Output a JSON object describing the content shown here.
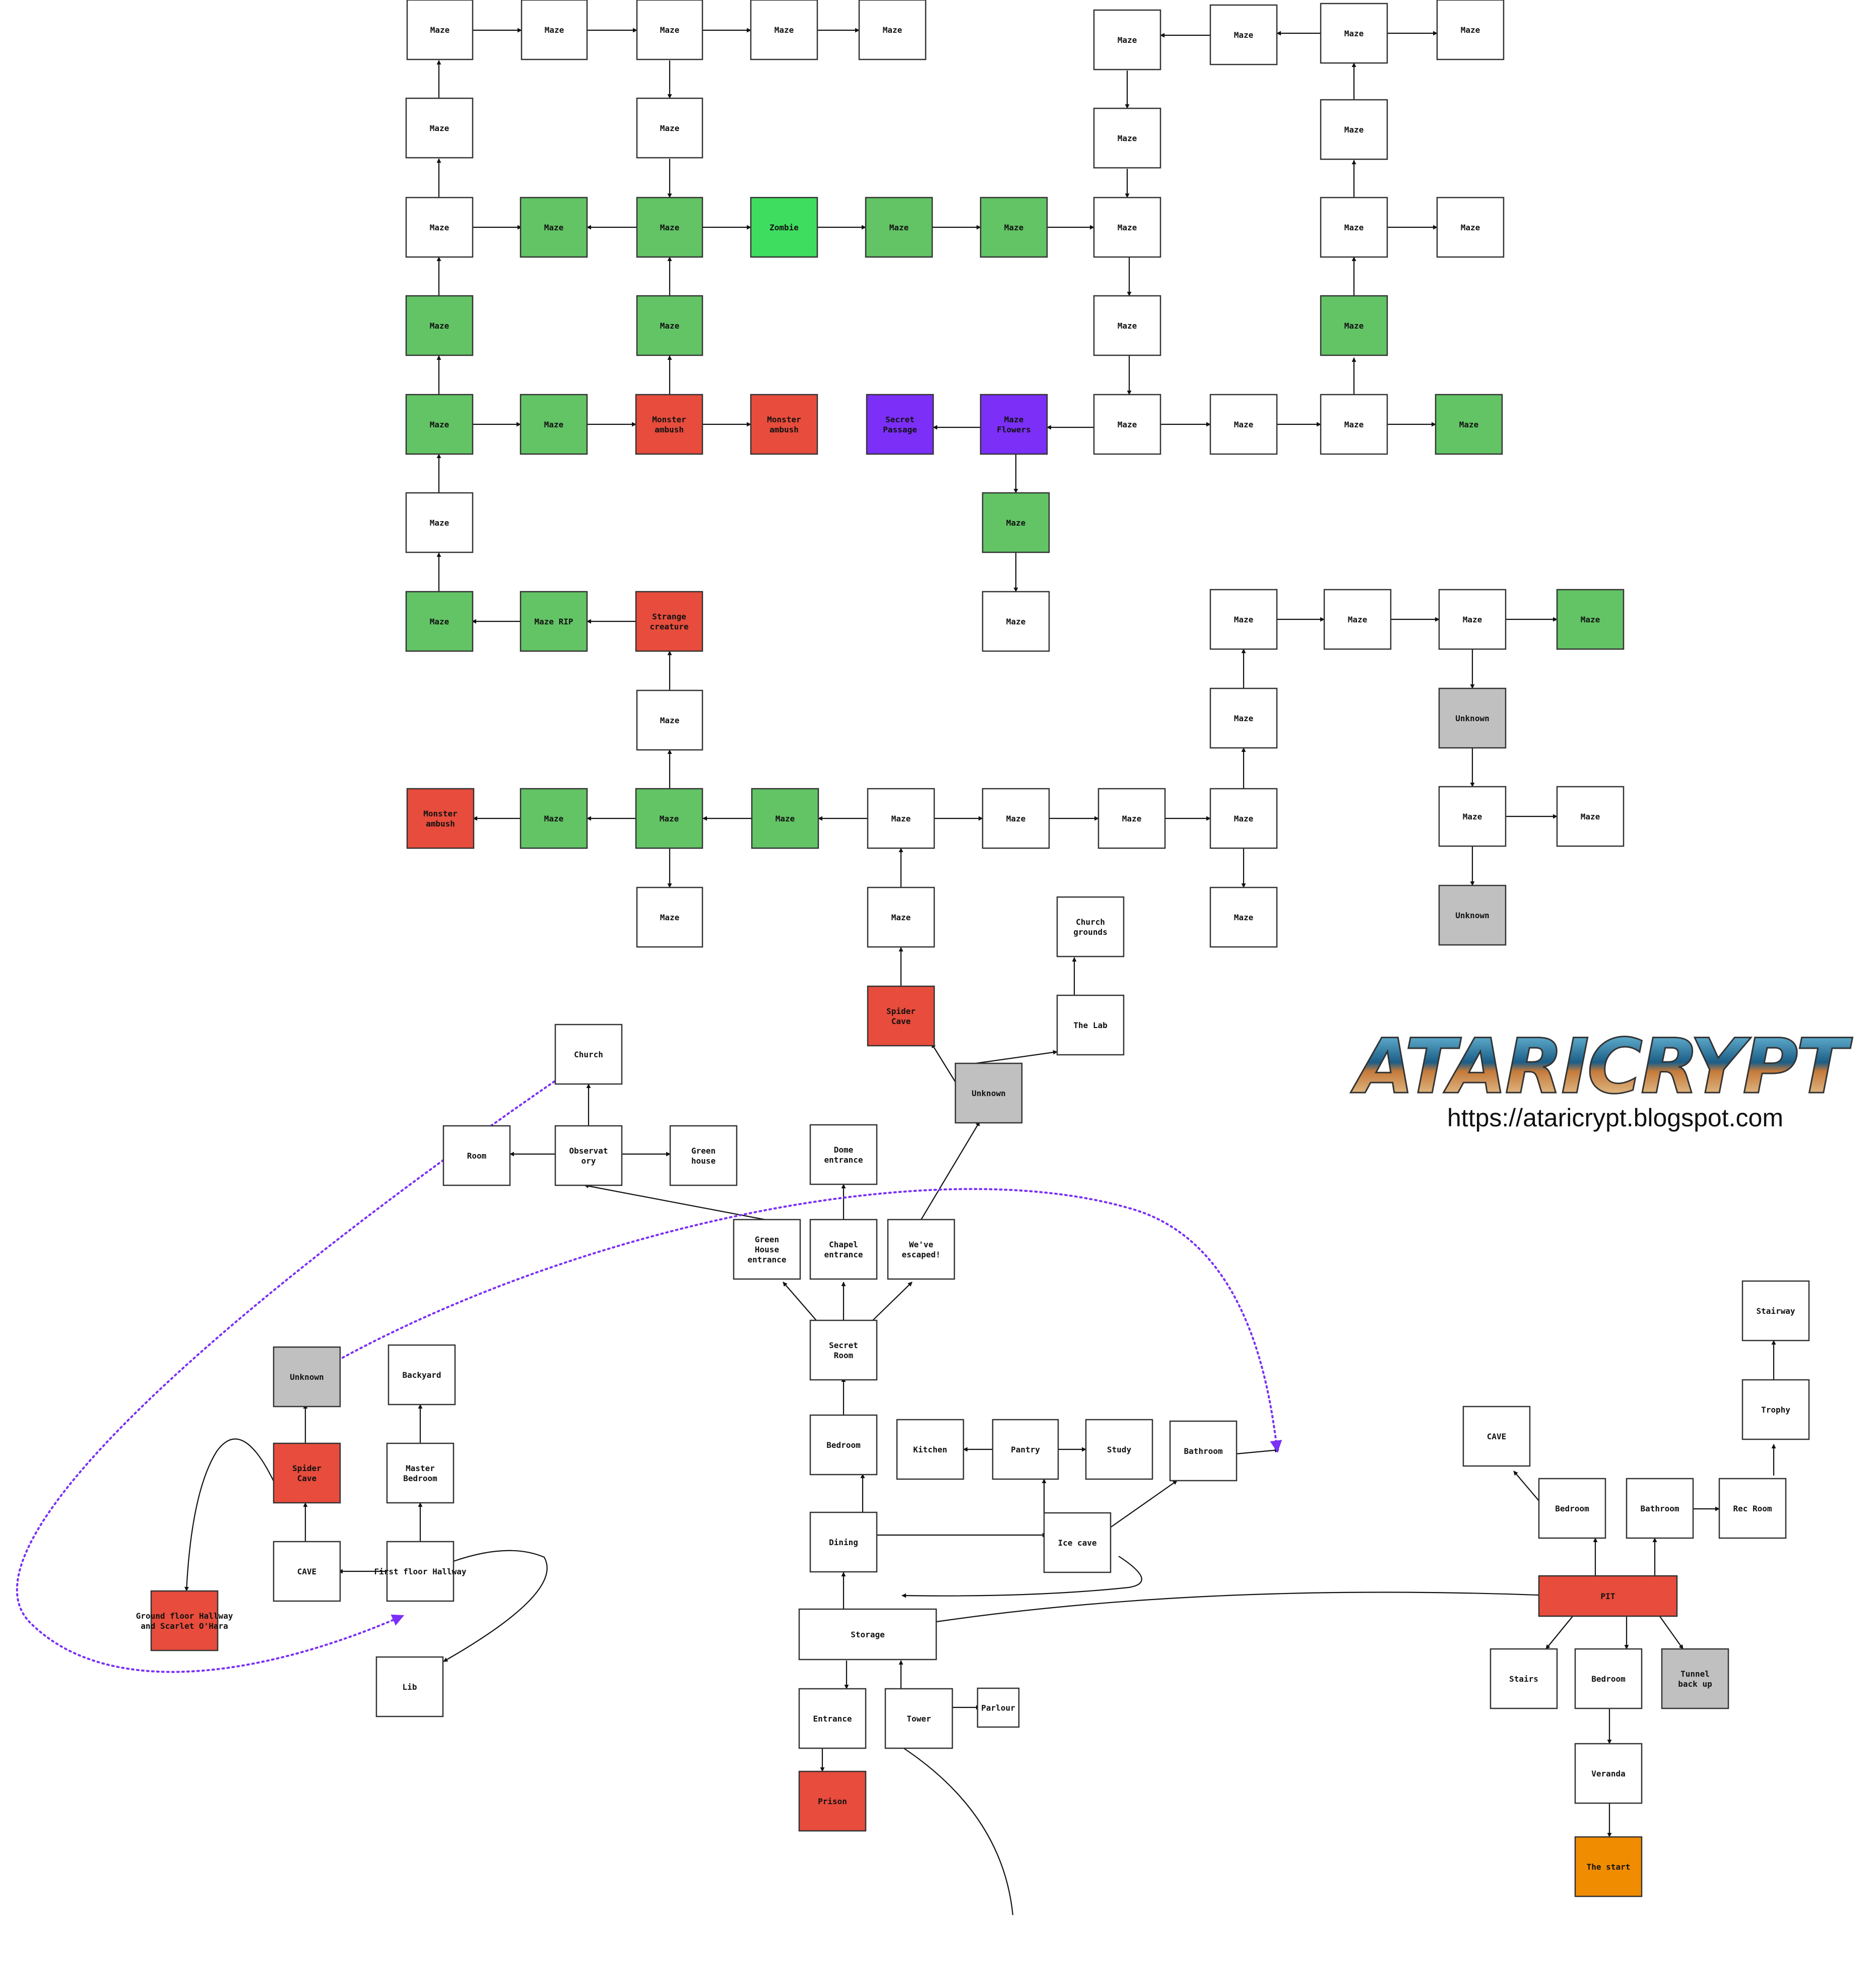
{
  "colors": {
    "white": "#ffffff",
    "green": "#63c466",
    "bright_green": "#3fdd5f",
    "red": "#e74c3c",
    "purple": "#7b2ff7",
    "gray": "#c0c0c0",
    "orange": "#f08c00"
  },
  "logo": {
    "title": "ATARICRYPT",
    "url": "https://ataricrypt.blogspot.com"
  },
  "nodes": [
    {
      "id": "n1",
      "l1": "Maze",
      "fill": "white"
    },
    {
      "id": "n2",
      "l1": "Maze",
      "fill": "white"
    },
    {
      "id": "n3",
      "l1": "Maze",
      "fill": "white"
    },
    {
      "id": "n4",
      "l1": "Maze",
      "fill": "white"
    },
    {
      "id": "n5",
      "l1": "Maze",
      "fill": "white"
    },
    {
      "id": "n6",
      "l1": "Maze",
      "fill": "white"
    },
    {
      "id": "n7",
      "l1": "Maze",
      "fill": "white"
    },
    {
      "id": "n8",
      "l1": "Maze",
      "fill": "white"
    },
    {
      "id": "n9",
      "l1": "Maze",
      "fill": "white"
    },
    {
      "id": "n10",
      "l1": "Maze",
      "fill": "white"
    },
    {
      "id": "n11",
      "l1": "Maze",
      "fill": "white"
    },
    {
      "id": "n12",
      "l1": "Maze",
      "fill": "white"
    },
    {
      "id": "n13",
      "l1": "Maze",
      "fill": "white"
    },
    {
      "id": "n14",
      "l1": "Maze",
      "fill": "white"
    },
    {
      "id": "n15",
      "l1": "Maze",
      "fill": "green"
    },
    {
      "id": "n16",
      "l1": "Maze",
      "fill": "green"
    },
    {
      "id": "n17",
      "l1": "Zombie",
      "fill": "bright_green"
    },
    {
      "id": "n18",
      "l1": "Maze",
      "fill": "green"
    },
    {
      "id": "n19",
      "l1": "Maze",
      "fill": "green"
    },
    {
      "id": "n20",
      "l1": "Maze",
      "fill": "white"
    },
    {
      "id": "n21",
      "l1": "Maze",
      "fill": "white"
    },
    {
      "id": "n22",
      "l1": "Maze",
      "fill": "white"
    },
    {
      "id": "n23",
      "l1": "Maze",
      "fill": "green"
    },
    {
      "id": "n24",
      "l1": "Maze",
      "fill": "green"
    },
    {
      "id": "n25",
      "l1": "Maze",
      "fill": "white"
    },
    {
      "id": "n26",
      "l1": "Maze",
      "fill": "green"
    },
    {
      "id": "n27",
      "l1": "Maze",
      "fill": "green"
    },
    {
      "id": "n28",
      "l1": "Maze",
      "fill": "green"
    },
    {
      "id": "n29",
      "l1": "Monster",
      "l2": "ambush",
      "fill": "red"
    },
    {
      "id": "n30",
      "l1": "Monster",
      "l2": "ambush",
      "fill": "red"
    },
    {
      "id": "n31",
      "l1": "Secret",
      "l2": "Passage",
      "fill": "purple"
    },
    {
      "id": "n32",
      "l1": "Maze",
      "l2": "Flowers",
      "fill": "purple"
    },
    {
      "id": "n33",
      "l1": "Maze",
      "fill": "white"
    },
    {
      "id": "n34",
      "l1": "Maze",
      "fill": "white"
    },
    {
      "id": "n35",
      "l1": "Maze",
      "fill": "white"
    },
    {
      "id": "n36",
      "l1": "Maze",
      "fill": "green"
    },
    {
      "id": "n37",
      "l1": "Maze",
      "fill": "white"
    },
    {
      "id": "n38",
      "l1": "Maze",
      "fill": "green"
    },
    {
      "id": "n39",
      "l1": "Maze",
      "fill": "green"
    },
    {
      "id": "n40",
      "l1": "Maze RIP",
      "fill": "green"
    },
    {
      "id": "n41",
      "l1": "Strange",
      "l2": "creature",
      "fill": "red"
    },
    {
      "id": "n42",
      "l1": "Maze",
      "fill": "white"
    },
    {
      "id": "n43",
      "l1": "Maze",
      "fill": "white"
    },
    {
      "id": "n44",
      "l1": "Maze",
      "fill": "white"
    },
    {
      "id": "n45",
      "l1": "Maze",
      "fill": "white"
    },
    {
      "id": "n46",
      "l1": "Maze",
      "fill": "green"
    },
    {
      "id": "n47",
      "l1": "Maze",
      "fill": "white"
    },
    {
      "id": "n48",
      "l1": "Maze",
      "fill": "white"
    },
    {
      "id": "n49",
      "l1": "Unknown",
      "fill": "gray"
    },
    {
      "id": "n50",
      "l1": "Monster",
      "l2": "ambush",
      "fill": "red"
    },
    {
      "id": "n51",
      "l1": "Maze",
      "fill": "green"
    },
    {
      "id": "n52",
      "l1": "Maze",
      "fill": "green"
    },
    {
      "id": "n53",
      "l1": "Maze",
      "fill": "green"
    },
    {
      "id": "n54",
      "l1": "Maze",
      "fill": "white"
    },
    {
      "id": "n55",
      "l1": "Maze",
      "fill": "white"
    },
    {
      "id": "n56",
      "l1": "Maze",
      "fill": "white"
    },
    {
      "id": "n57",
      "l1": "Maze",
      "fill": "white"
    },
    {
      "id": "n58",
      "l1": "Maze",
      "fill": "white"
    },
    {
      "id": "n59",
      "l1": "Maze",
      "fill": "white"
    },
    {
      "id": "n60",
      "l1": "Maze",
      "fill": "white"
    },
    {
      "id": "n61",
      "l1": "Maze",
      "fill": "white"
    },
    {
      "id": "n62",
      "l1": "Maze",
      "fill": "white"
    },
    {
      "id": "n63",
      "l1": "Unknown",
      "fill": "gray"
    },
    {
      "id": "n64",
      "l1": "Church",
      "l2": "grounds",
      "fill": "white"
    },
    {
      "id": "n65",
      "l1": "Spider",
      "l2": "Cave",
      "fill": "red"
    },
    {
      "id": "n66",
      "l1": "The Lab",
      "fill": "white"
    },
    {
      "id": "n67",
      "l1": "Church",
      "fill": "white"
    },
    {
      "id": "n68",
      "l1": "Unknown",
      "fill": "gray"
    },
    {
      "id": "n69",
      "l1": "Room",
      "fill": "white"
    },
    {
      "id": "n70",
      "l1": "Observat",
      "l2": "ory",
      "fill": "white"
    },
    {
      "id": "n71",
      "l1": "Green",
      "l2": "house",
      "fill": "white"
    },
    {
      "id": "n72",
      "l1": "Dome",
      "l2": "entrance",
      "fill": "white"
    },
    {
      "id": "n73",
      "l1": "Green",
      "l2": "House",
      "l3": "entrance",
      "fill": "white"
    },
    {
      "id": "n74",
      "l1": "Chapel",
      "l2": "entrance",
      "fill": "white"
    },
    {
      "id": "n75",
      "l1": "We've",
      "l2": "escaped!",
      "fill": "white"
    },
    {
      "id": "n76",
      "l1": "Stairway",
      "fill": "white"
    },
    {
      "id": "n77",
      "l1": "Unknown",
      "fill": "gray"
    },
    {
      "id": "n78",
      "l1": "Backyard",
      "fill": "white"
    },
    {
      "id": "n79",
      "l1": "Secret",
      "l2": "Room",
      "fill": "white"
    },
    {
      "id": "n80",
      "l1": "Trophy",
      "fill": "white"
    },
    {
      "id": "n81",
      "l1": "Bedroom",
      "fill": "white"
    },
    {
      "id": "n82",
      "l1": "Kitchen",
      "fill": "white"
    },
    {
      "id": "n83",
      "l1": "Pantry",
      "fill": "white"
    },
    {
      "id": "n84",
      "l1": "Study",
      "fill": "white"
    },
    {
      "id": "n85",
      "l1": "Bathroom",
      "fill": "white"
    },
    {
      "id": "n86",
      "l1": "CAVE",
      "fill": "white"
    },
    {
      "id": "n87",
      "l1": "Spider",
      "l2": "Cave",
      "fill": "red"
    },
    {
      "id": "n88",
      "l1": "Master",
      "l2": "Bedroom",
      "fill": "white"
    },
    {
      "id": "n89",
      "l1": "Bedroom",
      "fill": "white"
    },
    {
      "id": "n90",
      "l1": "Bathroom",
      "fill": "white"
    },
    {
      "id": "n91",
      "l1": "Rec Room",
      "fill": "white"
    },
    {
      "id": "n92",
      "l1": "Dining",
      "fill": "white"
    },
    {
      "id": "n93",
      "l1": "Ice cave",
      "fill": "white"
    },
    {
      "id": "n94",
      "l1": "CAVE",
      "fill": "white"
    },
    {
      "id": "n95",
      "l1": "First floor Hallway",
      "fill": "white"
    },
    {
      "id": "n96",
      "l1": "PIT",
      "fill": "red"
    },
    {
      "id": "n97",
      "l1": "Ground floor Hallway",
      "l2": "and Scarlet O'Hara",
      "fill": "red"
    },
    {
      "id": "n98",
      "l1": "Storage",
      "fill": "white"
    },
    {
      "id": "n99",
      "l1": "Stairs",
      "fill": "white"
    },
    {
      "id": "n100",
      "l1": "Bedroom",
      "fill": "white"
    },
    {
      "id": "n101",
      "l1": "Tunnel",
      "l2": "back up",
      "fill": "gray"
    },
    {
      "id": "n102",
      "l1": "Lib",
      "fill": "white"
    },
    {
      "id": "n103",
      "l1": "Parlour",
      "fill": "white"
    },
    {
      "id": "n104",
      "l1": "Entrance",
      "fill": "white"
    },
    {
      "id": "n105",
      "l1": "Tower",
      "fill": "white"
    },
    {
      "id": "n106",
      "l1": "Veranda",
      "fill": "white"
    },
    {
      "id": "n107",
      "l1": "Prison",
      "fill": "red"
    },
    {
      "id": "n108",
      "l1": "The start",
      "fill": "orange"
    }
  ]
}
